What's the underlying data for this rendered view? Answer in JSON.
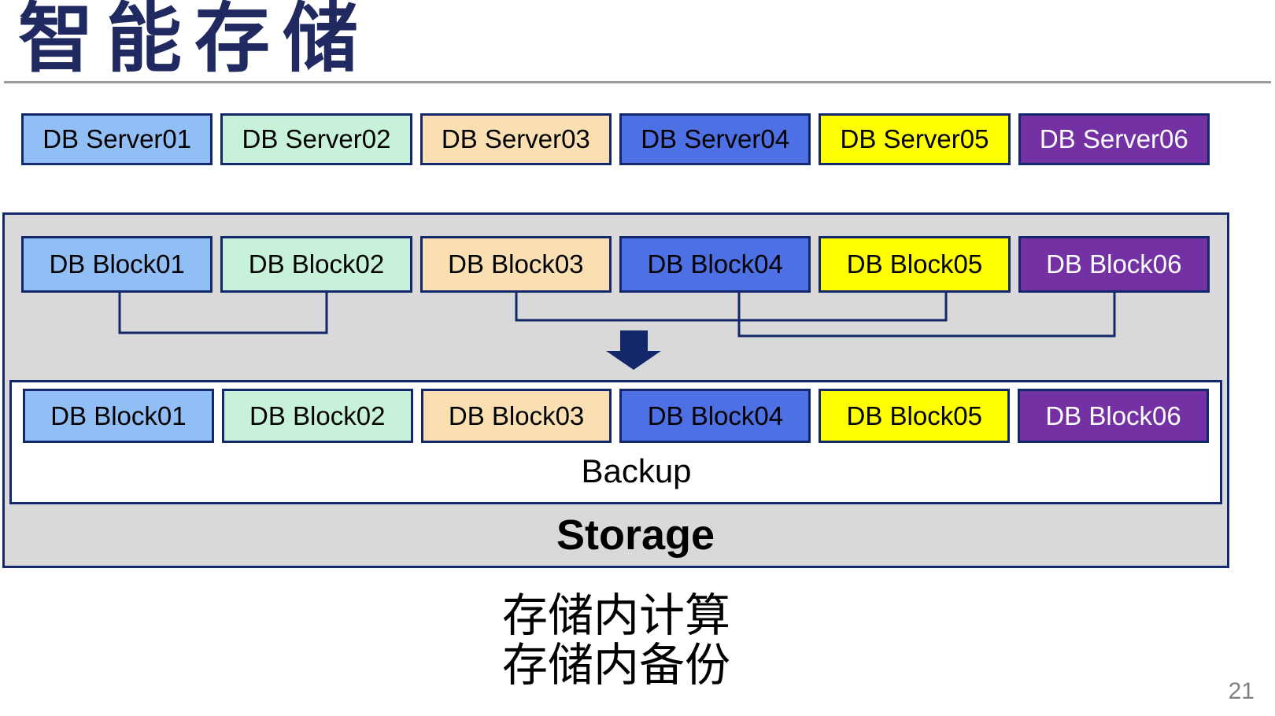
{
  "title": "智能存储",
  "page_number": "21",
  "caption_lines": [
    "存储内计算",
    "存储内备份"
  ],
  "backup_label": "Backup",
  "storage_label": "Storage",
  "palette": {
    "blue_light": "#92BEF6",
    "green_light": "#C7F1D9",
    "tan": "#F9DFB1",
    "blue_royal": "#4E70E5",
    "yellow": "#FFFF00",
    "purple": "#7331A4",
    "navy": "#13276B",
    "gray_fill": "#D9D9D9",
    "title_navy": "#202A60",
    "page_number_gray": "#808080"
  },
  "servers": [
    {
      "label": "DB Server01",
      "fill": "blue_light",
      "text": "#000000"
    },
    {
      "label": "DB Server02",
      "fill": "green_light",
      "text": "#000000"
    },
    {
      "label": "DB Server03",
      "fill": "tan",
      "text": "#000000"
    },
    {
      "label": "DB Server04",
      "fill": "blue_royal",
      "text": "#000000"
    },
    {
      "label": "DB Server05",
      "fill": "yellow",
      "text": "#000000"
    },
    {
      "label": "DB Server06",
      "fill": "purple",
      "text": "#FFFFFF"
    }
  ],
  "blocks_top": [
    {
      "label": "DB Block01",
      "fill": "blue_light",
      "text": "#000000"
    },
    {
      "label": "DB Block02",
      "fill": "green_light",
      "text": "#000000"
    },
    {
      "label": "DB Block03",
      "fill": "tan",
      "text": "#000000"
    },
    {
      "label": "DB Block04",
      "fill": "blue_royal",
      "text": "#000000"
    },
    {
      "label": "DB Block05",
      "fill": "yellow",
      "text": "#000000"
    },
    {
      "label": "DB Block06",
      "fill": "purple",
      "text": "#FFFFFF"
    }
  ],
  "blocks_bottom": [
    {
      "label": "DB Block01",
      "fill": "blue_light",
      "text": "#000000"
    },
    {
      "label": "DB Block02",
      "fill": "green_light",
      "text": "#000000"
    },
    {
      "label": "DB Block03",
      "fill": "tan",
      "text": "#000000"
    },
    {
      "label": "DB Block04",
      "fill": "blue_royal",
      "text": "#000000"
    },
    {
      "label": "DB Block05",
      "fill": "yellow",
      "text": "#000000"
    },
    {
      "label": "DB Block06",
      "fill": "purple",
      "text": "#FFFFFF"
    }
  ]
}
